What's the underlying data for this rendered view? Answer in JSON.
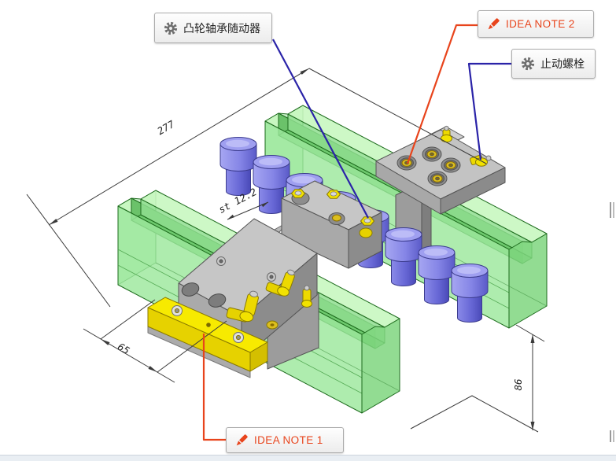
{
  "callouts": {
    "cam_follower": {
      "icon": "gear-icon",
      "label": "凸轮轴承随动器"
    },
    "idea_note_2": {
      "icon": "pencil-icon",
      "label": "IDEA NOTE 2"
    },
    "stop_bolt": {
      "icon": "gear-icon",
      "label": "止动螺栓"
    },
    "idea_note_1": {
      "icon": "pencil-icon",
      "label": "IDEA NOTE 1"
    }
  },
  "dimensions": {
    "overall_width": "277",
    "base_width": "65",
    "height": "86",
    "stroke": "st 12.2"
  },
  "colors": {
    "idea_note_accent": "#e8441c",
    "leader_blue": "#2a23a8",
    "leader_orange": "#e8441c",
    "rail_green": "#8fe08f",
    "block_gray": "#b5b5b5",
    "damper_blue": "#7b7be0",
    "part_yellow": "#f0e000",
    "dim_line": "#333333",
    "statusbar_bg": "#e9eef3"
  }
}
